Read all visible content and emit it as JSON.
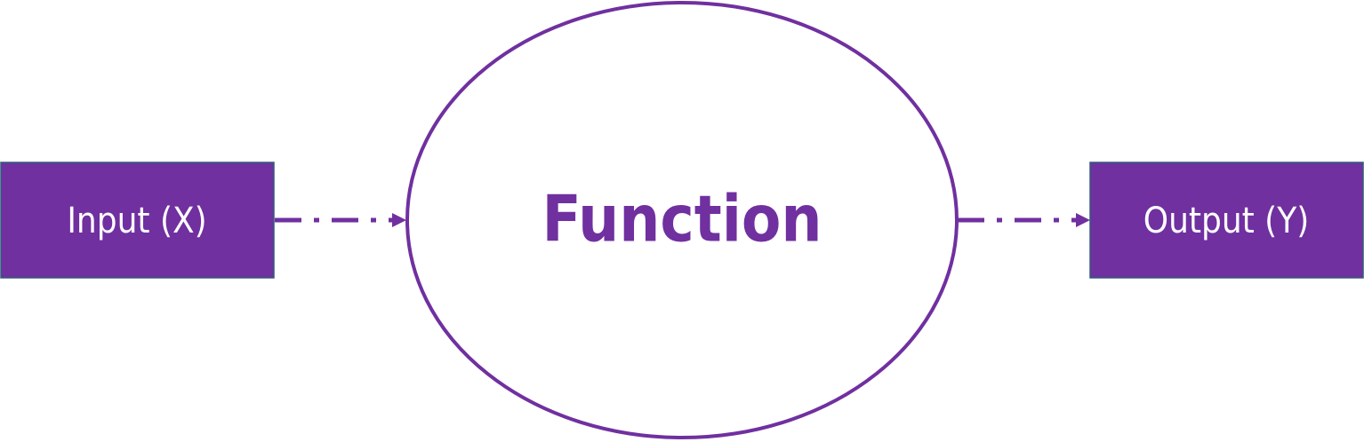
{
  "colors": {
    "purple": "#7030a0",
    "box_border": "#2f5c7a",
    "text_on_box": "#ffffff",
    "background": "#ffffff"
  },
  "nodes": {
    "input": {
      "label": "Input (X)"
    },
    "function": {
      "label": "Function"
    },
    "output": {
      "label": "Output (Y)"
    }
  },
  "edges": [
    {
      "from": "input",
      "to": "function",
      "style": "dash-dot",
      "arrow": "triangle"
    },
    {
      "from": "function",
      "to": "output",
      "style": "dash-dot",
      "arrow": "triangle"
    }
  ]
}
